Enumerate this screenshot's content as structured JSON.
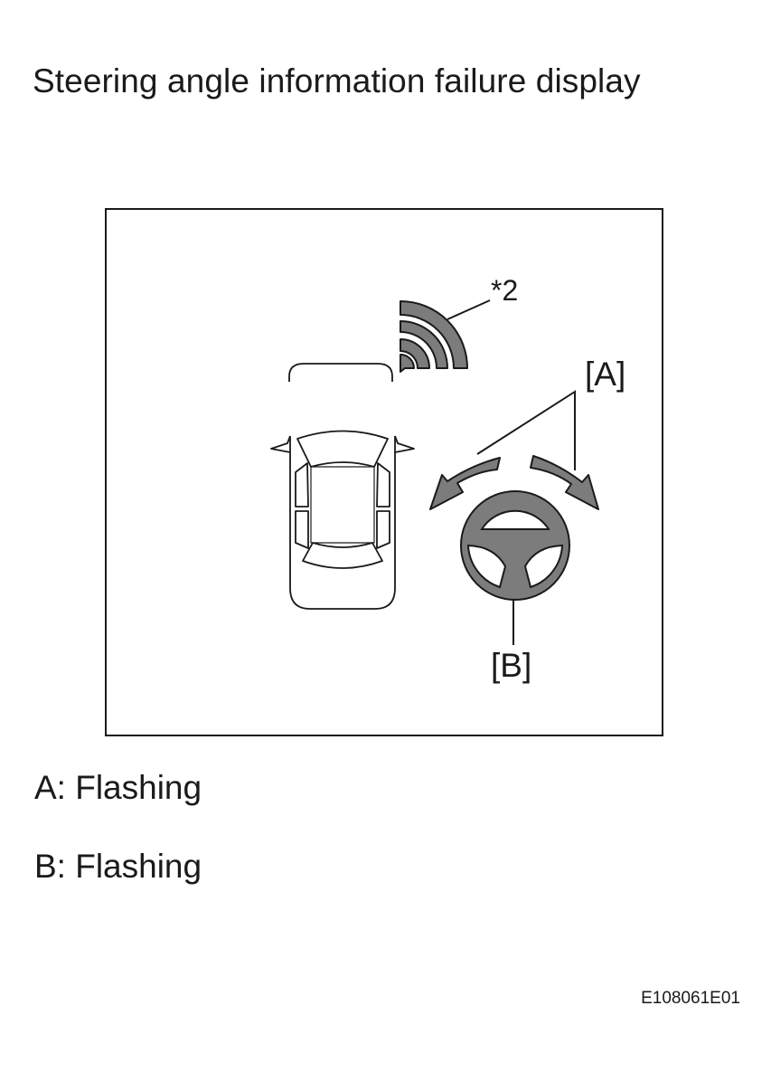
{
  "title": "Steering angle information failure display",
  "callouts": {
    "star2": "*2",
    "a": "[A]",
    "b": "[B]"
  },
  "legend": {
    "a": "A: Flashing",
    "b": "B: Flashing"
  },
  "figure_id": "E108061E01",
  "colors": {
    "indicator_fill": "#7c7c7c",
    "line": "#1a1a1a",
    "background": "#ffffff"
  }
}
